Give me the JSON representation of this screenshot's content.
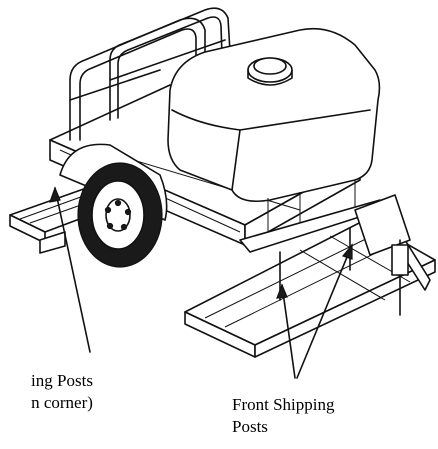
{
  "labels": {
    "rear_line1": "ing Posts",
    "rear_line2": "n corner)",
    "front_line1": "Front Shipping",
    "front_line2": "Posts"
  }
}
